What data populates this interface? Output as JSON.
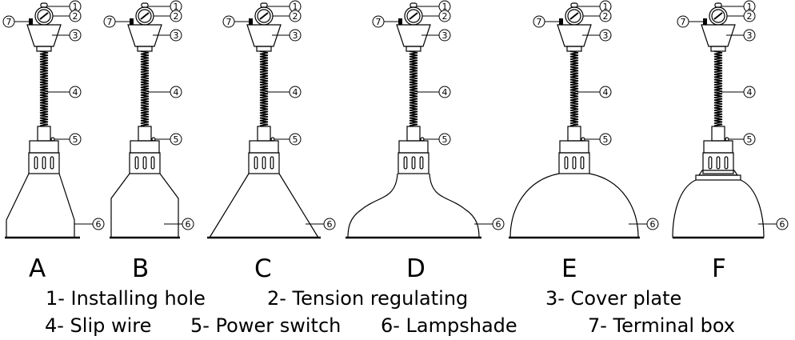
{
  "diagram": {
    "title": "Heat lamp pendant models",
    "models": [
      {
        "letter": "A",
        "shape": "flat-cone-short"
      },
      {
        "letter": "B",
        "shape": "bell-straight"
      },
      {
        "letter": "C",
        "shape": "wide-cone"
      },
      {
        "letter": "D",
        "shape": "flared-dome"
      },
      {
        "letter": "E",
        "shape": "hemisphere"
      },
      {
        "letter": "F",
        "shape": "deep-dome"
      }
    ],
    "callouts": [
      "1",
      "2",
      "3",
      "4",
      "5",
      "6",
      "7"
    ],
    "callout_glyphs": [
      "①",
      "②",
      "③",
      "④",
      "⑤",
      "⑥",
      "⑦"
    ]
  },
  "legend": {
    "row1": [
      "1- Installing hole",
      "2- Tension regulating",
      "3- Cover plate"
    ],
    "row2": [
      "4- Slip wire",
      "5- Power switch",
      "6- Lampshade",
      "7- Terminal box"
    ]
  }
}
